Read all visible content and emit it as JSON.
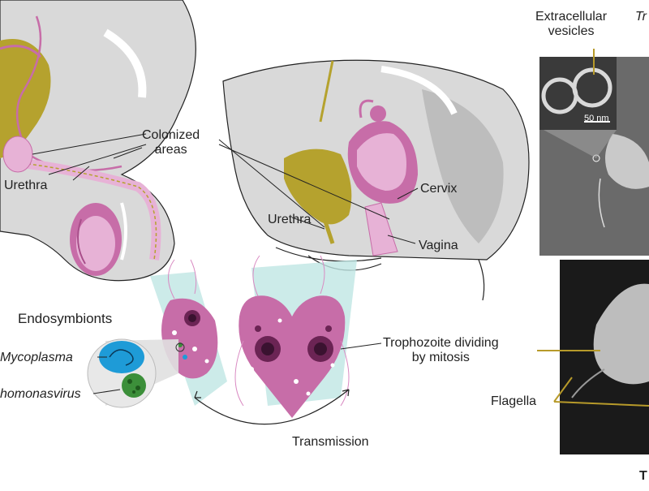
{
  "labels": {
    "colonized_areas_line1": "Colonized",
    "colonized_areas_line2": "areas",
    "urethra_male": "Urethra",
    "urethra_female": "Urethra",
    "cervix": "Cervix",
    "vagina": "Vagina",
    "endosymbionts": "Endosymbionts",
    "mycoplasma": "Mycoplasma",
    "virus": "homonasvirus",
    "trophozoite_line1": "Trophozoite dividing",
    "trophozoite_line2": "by mitosis",
    "transmission": "Transmission",
    "flagella": "Flagella",
    "ev_line1": "Extracellular",
    "ev_line2": "vesicles",
    "scale_bar": "50 nm",
    "corner_top": "Tr",
    "corner_bottom": "T"
  },
  "colors": {
    "olive": "#b5a22e",
    "pink": "#c76da8",
    "pink_light": "#e7b2d6",
    "grey_body": "#d9d9d9",
    "grey_dark": "#bdbdbd",
    "teal": "#bfe6e3",
    "leader": "#b79a2a"
  }
}
